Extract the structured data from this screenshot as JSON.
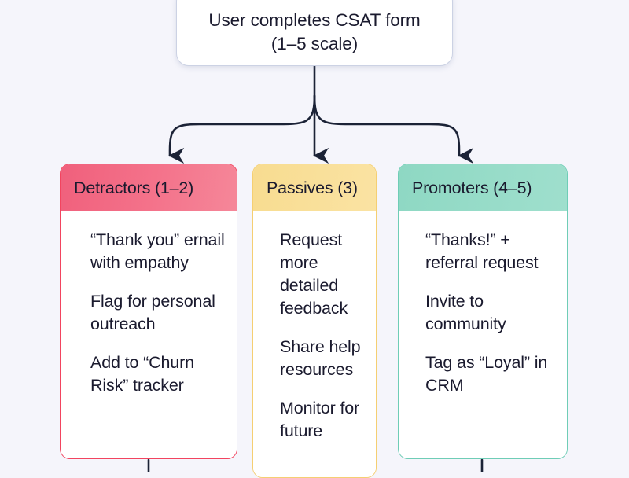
{
  "canvas": {
    "background": "#f5f5fb",
    "text_color": "#1a1a2e",
    "connector_color": "#1b2236"
  },
  "root": {
    "label": "User completes CSAT form\n(1–5 scale)",
    "border_color": "#ccd2e4",
    "background": "#ffffff"
  },
  "branches": [
    {
      "id": "detractors",
      "title": "Detractors (1–2)",
      "header_color": "#f0607c",
      "border_color": "#f2445f",
      "items": [
        "“Thank you”\nernail with\nempathy",
        "Flag for\npersonal\noutreach",
        "Add to “Churn\nRisk” tracker"
      ]
    },
    {
      "id": "passives",
      "title": "Passives (3)",
      "header_color": "#f8dc90",
      "border_color": "#f5cf72",
      "items": [
        "Request\nmore\ndetailed\nfeedback",
        "Share\nhelp\nresources",
        "Monitor\nfor future"
      ]
    },
    {
      "id": "promoters",
      "title": "Promoters (4–5)",
      "header_color": "#8ed8c3",
      "border_color": "#6fcdb6",
      "items": [
        "“Thanks!” +\nreferral request",
        "Invite to\ncommunity",
        "Tag as\n“Loyal” in\nCRM"
      ]
    }
  ]
}
